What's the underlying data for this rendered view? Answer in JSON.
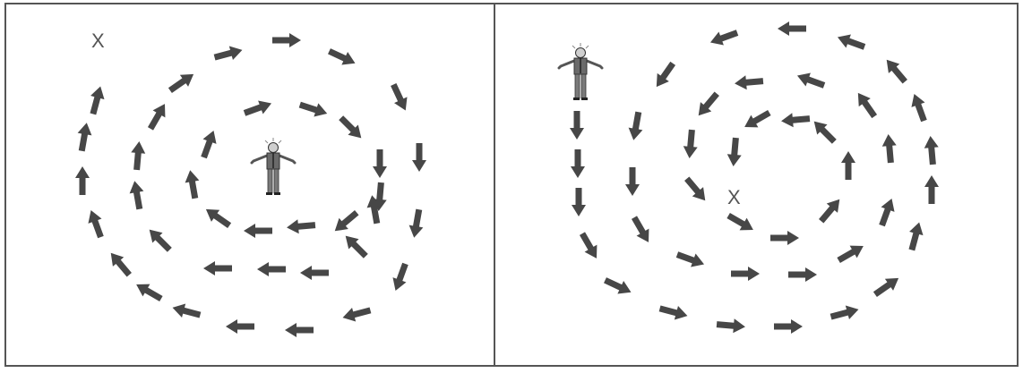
{
  "diagram": {
    "panels": [
      {
        "id": "left",
        "marker": "X",
        "person": "man-figure",
        "path": "spiral-outward-from-person-to-x"
      },
      {
        "id": "right",
        "marker": "X",
        "person": "man-figure",
        "path": "spiral-inward-from-person-to-x"
      }
    ],
    "colors": {
      "arrow": "#474747",
      "border": "#555555",
      "background": "#ffffff",
      "figure_suit": "#6a6a6a"
    },
    "icons": {
      "arrow": "arrow-icon",
      "person": "man-figure-icon",
      "marker": "x-marker"
    }
  }
}
